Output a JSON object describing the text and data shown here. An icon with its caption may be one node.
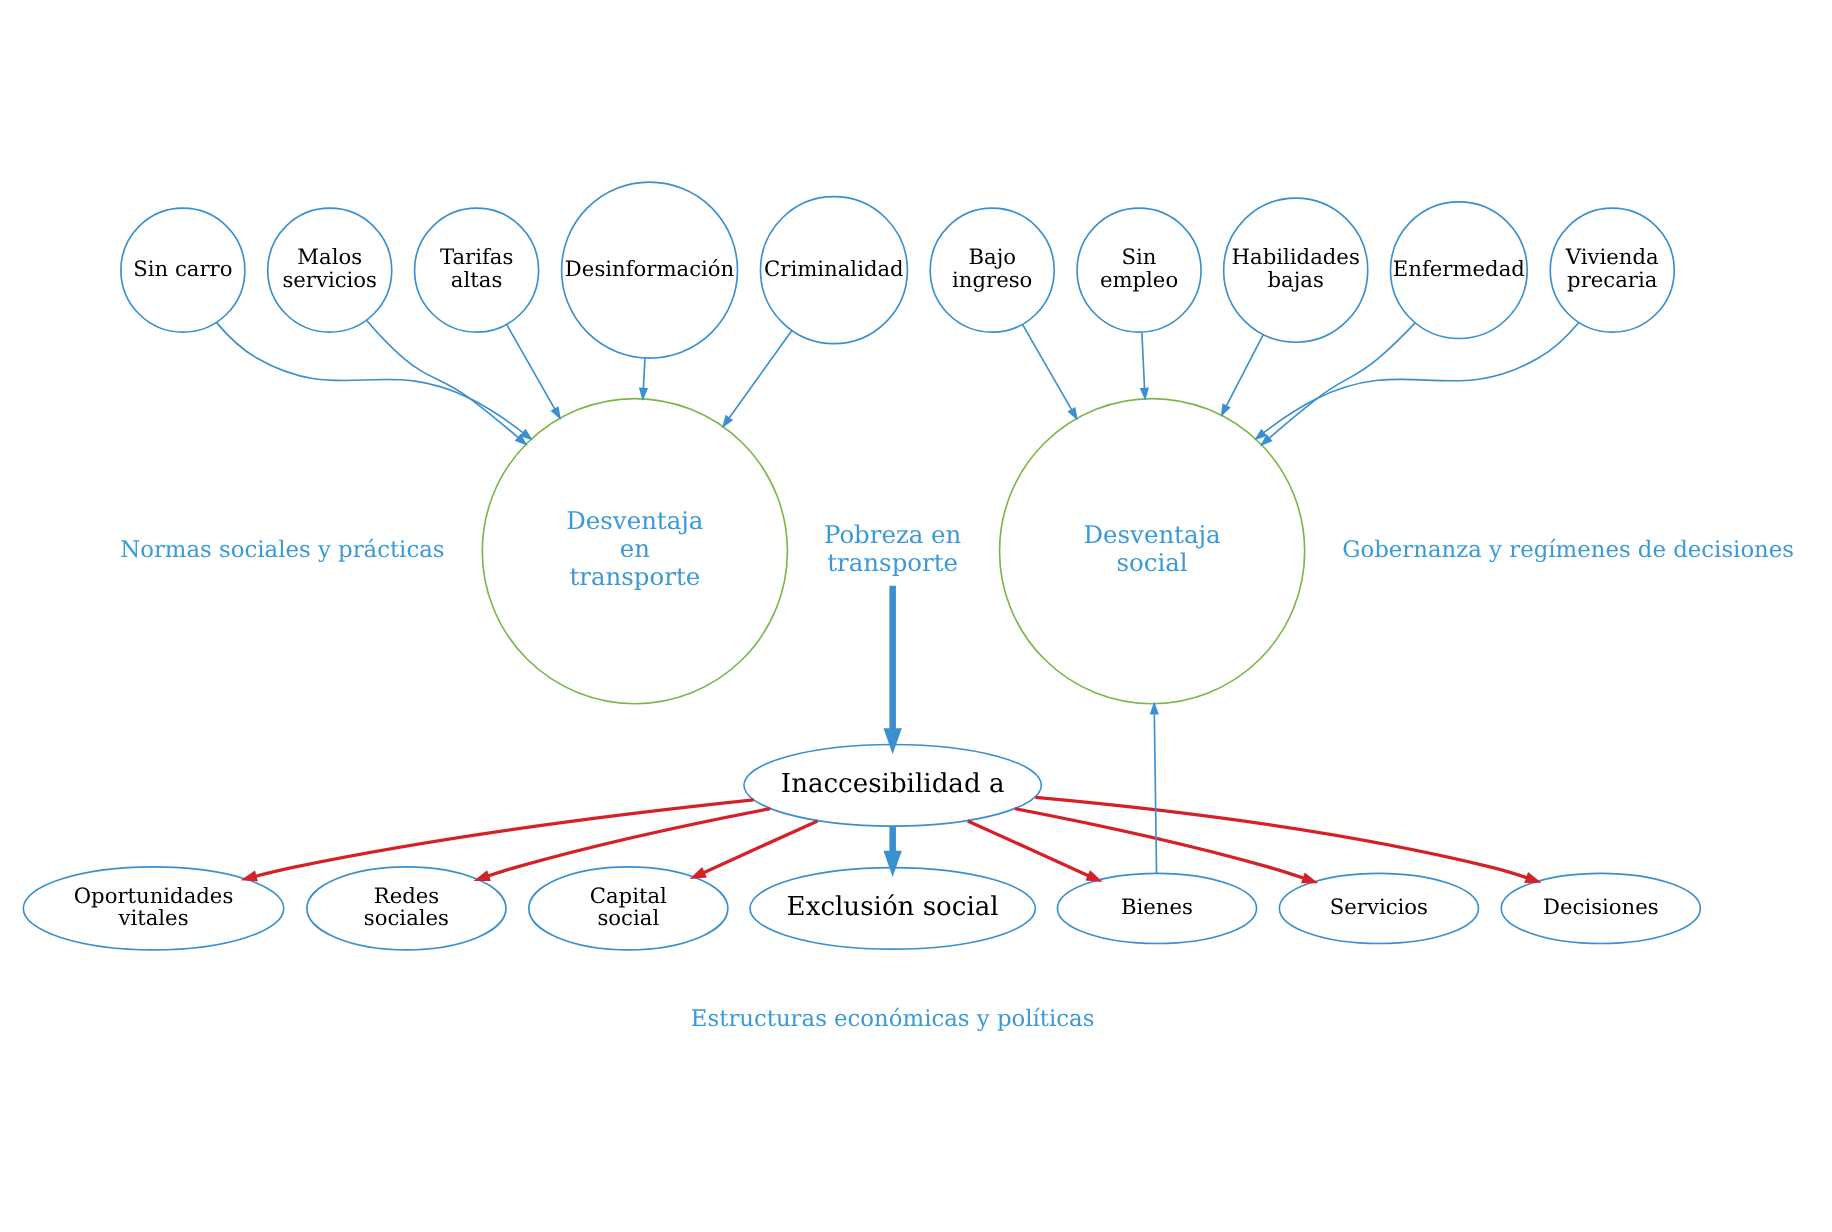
{
  "diagram": {
    "nodes": [
      {
        "text": [
          "Desventaja en transporte"
        ]
      },
      {
        "text": [
          "Pobreza en transporte"
        ]
      },
      {
        "text": [
          "Desventaja social"
        ]
      },
      {
        "text": [
          "Sin carro"
        ]
      },
      {
        "text": [
          "Malos servicios"
        ]
      },
      {
        "text": [
          "Tarifas altas"
        ]
      },
      {
        "text": [
          "Desinformación"
        ]
      },
      {
        "text": [
          "Criminalidad"
        ]
      },
      {
        "text": [
          "Bajo ingreso"
        ]
      },
      {
        "text": [
          "Sin empleo"
        ]
      },
      {
        "text": [
          "Habilidades bajas"
        ]
      },
      {
        "text": [
          "Enfermedad"
        ]
      },
      {
        "text": [
          "Vivienda precaria"
        ]
      },
      {
        "text": [
          "Inaccesibilidad a"
        ]
      },
      {
        "text": [
          "Oportunidades vitales"
        ]
      },
      {
        "text": [
          "Redes sociales"
        ]
      },
      {
        "text": [
          "Capital social"
        ]
      },
      {
        "text": [
          "Bienes"
        ]
      },
      {
        "text": [
          "Servicios"
        ]
      },
      {
        "text": [
          "Decisiones"
        ]
      },
      {
        "text": [
          "Exclusión social"
        ]
      }
    ],
    "edges": [
      {
        "from": 7,
        "to": 0,
        "arrow": "to"
      },
      {
        "from": 6,
        "to": 0,
        "arrow": "to"
      },
      {
        "from": 5,
        "to": 0,
        "arrow": "to"
      },
      {
        "from": 4,
        "to": 0,
        "arrow": "to"
      },
      {
        "from": 3,
        "to": 0,
        "arrow": "to"
      },
      {
        "from": 8,
        "to": 2,
        "arrow": "to"
      },
      {
        "from": 9,
        "to": 2,
        "arrow": "to"
      },
      {
        "from": 10,
        "to": 2,
        "arrow": "to"
      },
      {
        "from": 11,
        "to": 2,
        "arrow": "to"
      },
      {
        "from": 12,
        "to": 2,
        "arrow": "to"
      },
      {
        "from": 17,
        "to": 2,
        "arrow": "to"
      },
      {
        "from": 1,
        "to": 13,
        "arrow": "to",
        "style": "thick"
      },
      {
        "from": 13,
        "to": 20,
        "arrow": "to",
        "style": "thick"
      },
      {
        "from": 13,
        "to": 14,
        "arrow": "to",
        "color": "#d62027"
      },
      {
        "from": 13,
        "to": 15,
        "arrow": "to",
        "color": "#d62027"
      },
      {
        "from": 13,
        "to": 16,
        "arrow": "to",
        "color": "#d62027"
      },
      {
        "from": 13,
        "to": 17,
        "arrow": "to",
        "color": "#d62027"
      },
      {
        "from": 13,
        "to": 18,
        "arrow": "to",
        "color": "#d62027"
      },
      {
        "from": 13,
        "to": 19,
        "arrow": "to",
        "color": "#d62027"
      }
    ],
    "labels": [
      "Normas sociales y prácticas",
      "Gobernanza y regímenes de decisiones",
      "Estructuras económicas y políticas"
    ]
  }
}
